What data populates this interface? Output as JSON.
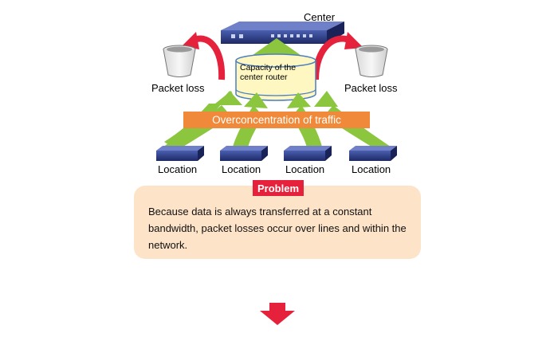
{
  "labels": {
    "center": "Center",
    "packet_loss_left": "Packet loss",
    "packet_loss_right": "Packet loss",
    "capacity": "Capacity of the center router",
    "overconcentration": "Overconcentration of traffic",
    "locations": [
      "Location",
      "Location",
      "Location",
      "Location"
    ],
    "problem_title": "Problem",
    "problem_text": "Because data is always transferred at a constant bandwidth, packet losses occur over lines and within the network."
  },
  "colors": {
    "traffic_arrow": "#8cc63f",
    "loss_arrow": "#e6213b",
    "banner": "#f08a3a",
    "problem_badge": "#e6213b",
    "problem_box": "#fde3c8",
    "router": "#2c3e8c",
    "cylinder": "#fff7c2"
  },
  "icons": [
    "router-icon",
    "trash-bin-icon",
    "down-arrow-icon"
  ]
}
